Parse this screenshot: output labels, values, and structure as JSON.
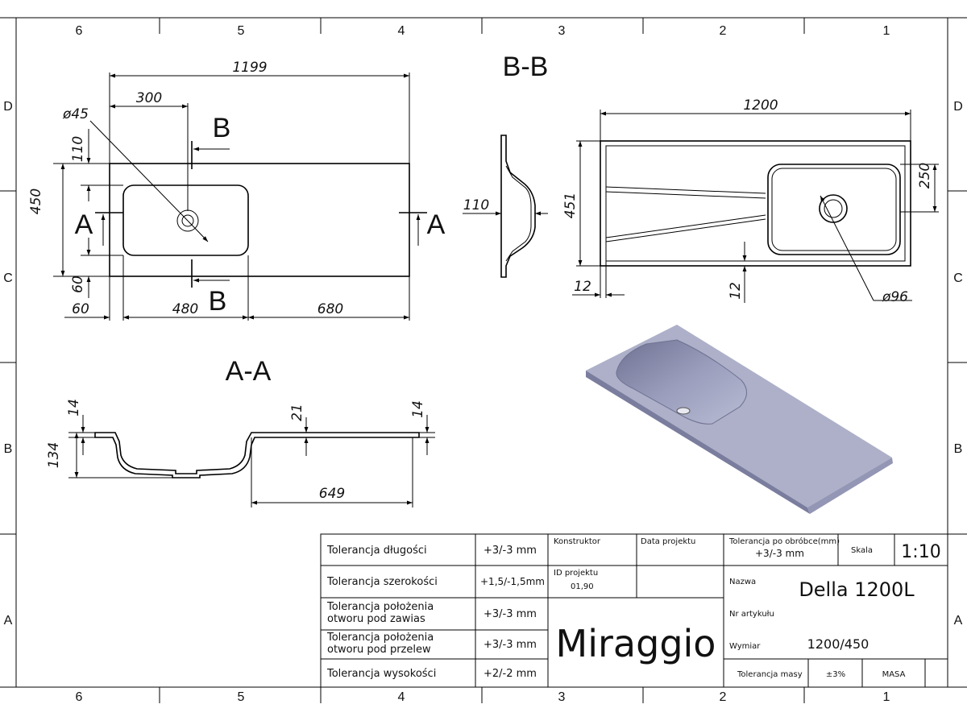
{
  "zones": {
    "columns": [
      "6",
      "5",
      "4",
      "3",
      "2",
      "1"
    ],
    "rows": [
      "D",
      "C",
      "B",
      "A"
    ]
  },
  "view_labels": {
    "section_b": "B-B",
    "section_a": "A-A",
    "cut_b": "B",
    "cut_a": "A"
  },
  "top_view": {
    "dim_length": "1199",
    "dim_offset": "300",
    "dim_hole": "ø45",
    "dim_top_margin": "110",
    "dim_width": "450",
    "dim_bottom_margin": "60",
    "dim_left_margin": "60",
    "dim_bowl_length": "480",
    "dim_right_length": "680"
  },
  "side_view": {
    "dim_depth": "110"
  },
  "right_view": {
    "dim_length": "1200",
    "dim_width": "451",
    "dim_bowl": "250",
    "dim_rim_x": "12",
    "dim_rim_y": "12",
    "dim_drain": "ø96"
  },
  "section_view": {
    "dim_top": "14",
    "dim_mid": "21",
    "dim_right": "14",
    "dim_height": "134",
    "dim_length": "649"
  },
  "title_block": {
    "tolerances": [
      {
        "label": "Tolerancja długości",
        "value": "+3/-3 mm"
      },
      {
        "label": "Tolerancja szerokości",
        "value": "+1,5/-1,5mm"
      },
      {
        "label": "Tolerancja położenia\notworu pod zawias",
        "value": "+3/-3 mm"
      },
      {
        "label": "Tolerancja położenia\notworu pod przelew",
        "value": "+3/-3 mm"
      },
      {
        "label": "Tolerancja wysokości",
        "value": "+2/-2 mm"
      }
    ],
    "constructor_label": "Konstruktor",
    "project_date_label": "Data projektu",
    "project_id_label": "ID projektu",
    "project_id_value": "01,90",
    "brand": "Miraggio",
    "machining_tolerance_label": "Tolerancja po obróbce(mm)",
    "machining_tolerance_value": "+3/-3 mm",
    "scale_label": "Skala",
    "scale_value": "1:10",
    "name_label": "Nazwa",
    "name_value": "Della 1200L",
    "article_label": "Nr artykułu",
    "dimension_label": "Wymiar",
    "dimension_value": "1200/450",
    "mass_tolerance_label": "Tolerancja masy",
    "mass_tolerance_value": "±3%",
    "mass_label": "MASA"
  },
  "colors": {
    "line": "#000000",
    "render_top": "#aeb1c9",
    "render_side": "#7d80a0",
    "render_bowl": "#8f92b2"
  }
}
